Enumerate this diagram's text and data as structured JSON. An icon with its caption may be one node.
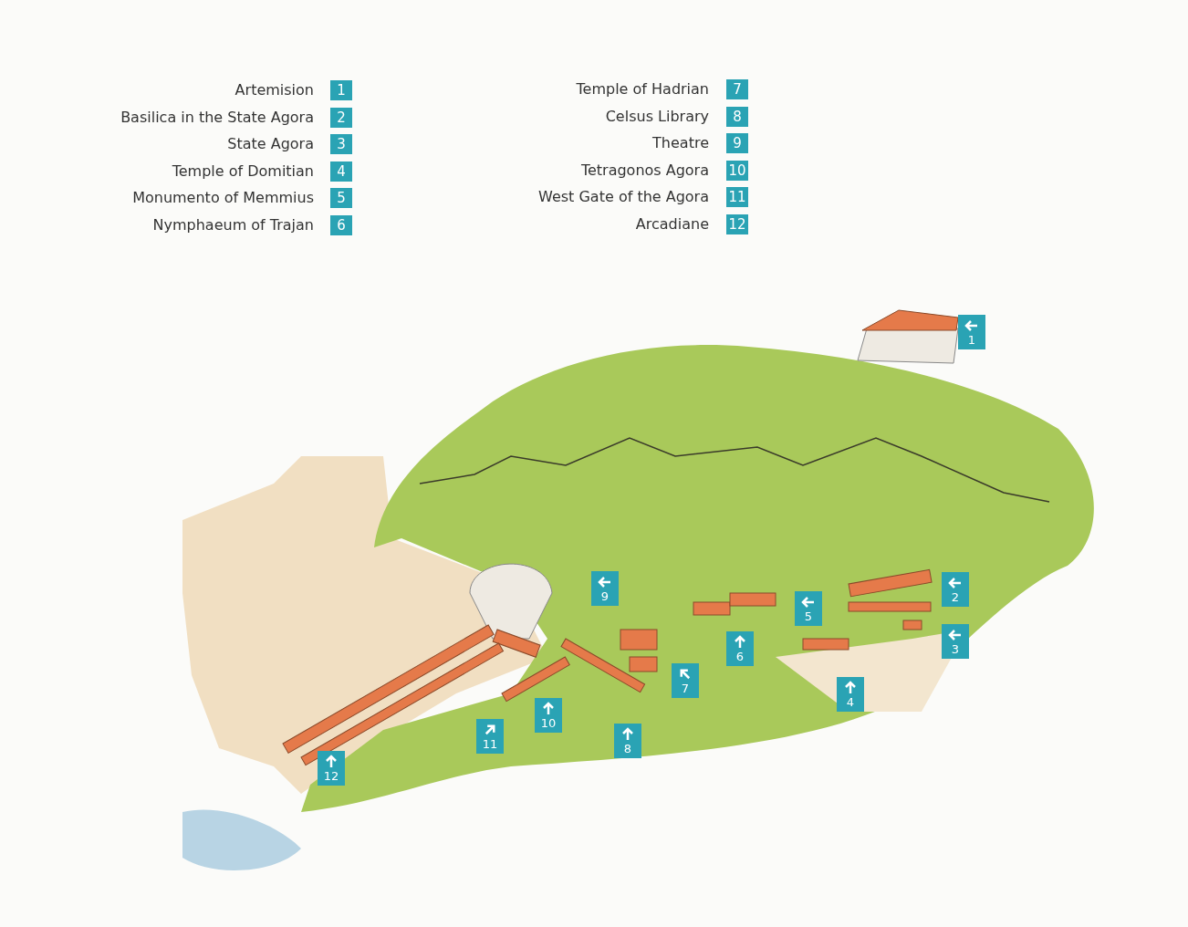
{
  "diagram": {
    "labels": [
      "Artemision",
      "1",
      "Basilica in the State Agora",
      "2",
      "State Agora",
      "3",
      "Temple of  Domitian",
      "4",
      "Monumento of Memmius",
      "5",
      "Nymphaeum of Trajan",
      "6",
      "Temple of Hadrian",
      "7",
      "Celsus Library",
      "8",
      "Theatre",
      "9",
      "Tetragonos Agora",
      "10",
      "West Gate of the Agora",
      "11",
      "Arcadiane",
      "12",
      "1",
      "9",
      "2",
      "5",
      "6",
      "3",
      "7",
      "4",
      "10",
      "8",
      "11",
      "12"
    ]
  }
}
